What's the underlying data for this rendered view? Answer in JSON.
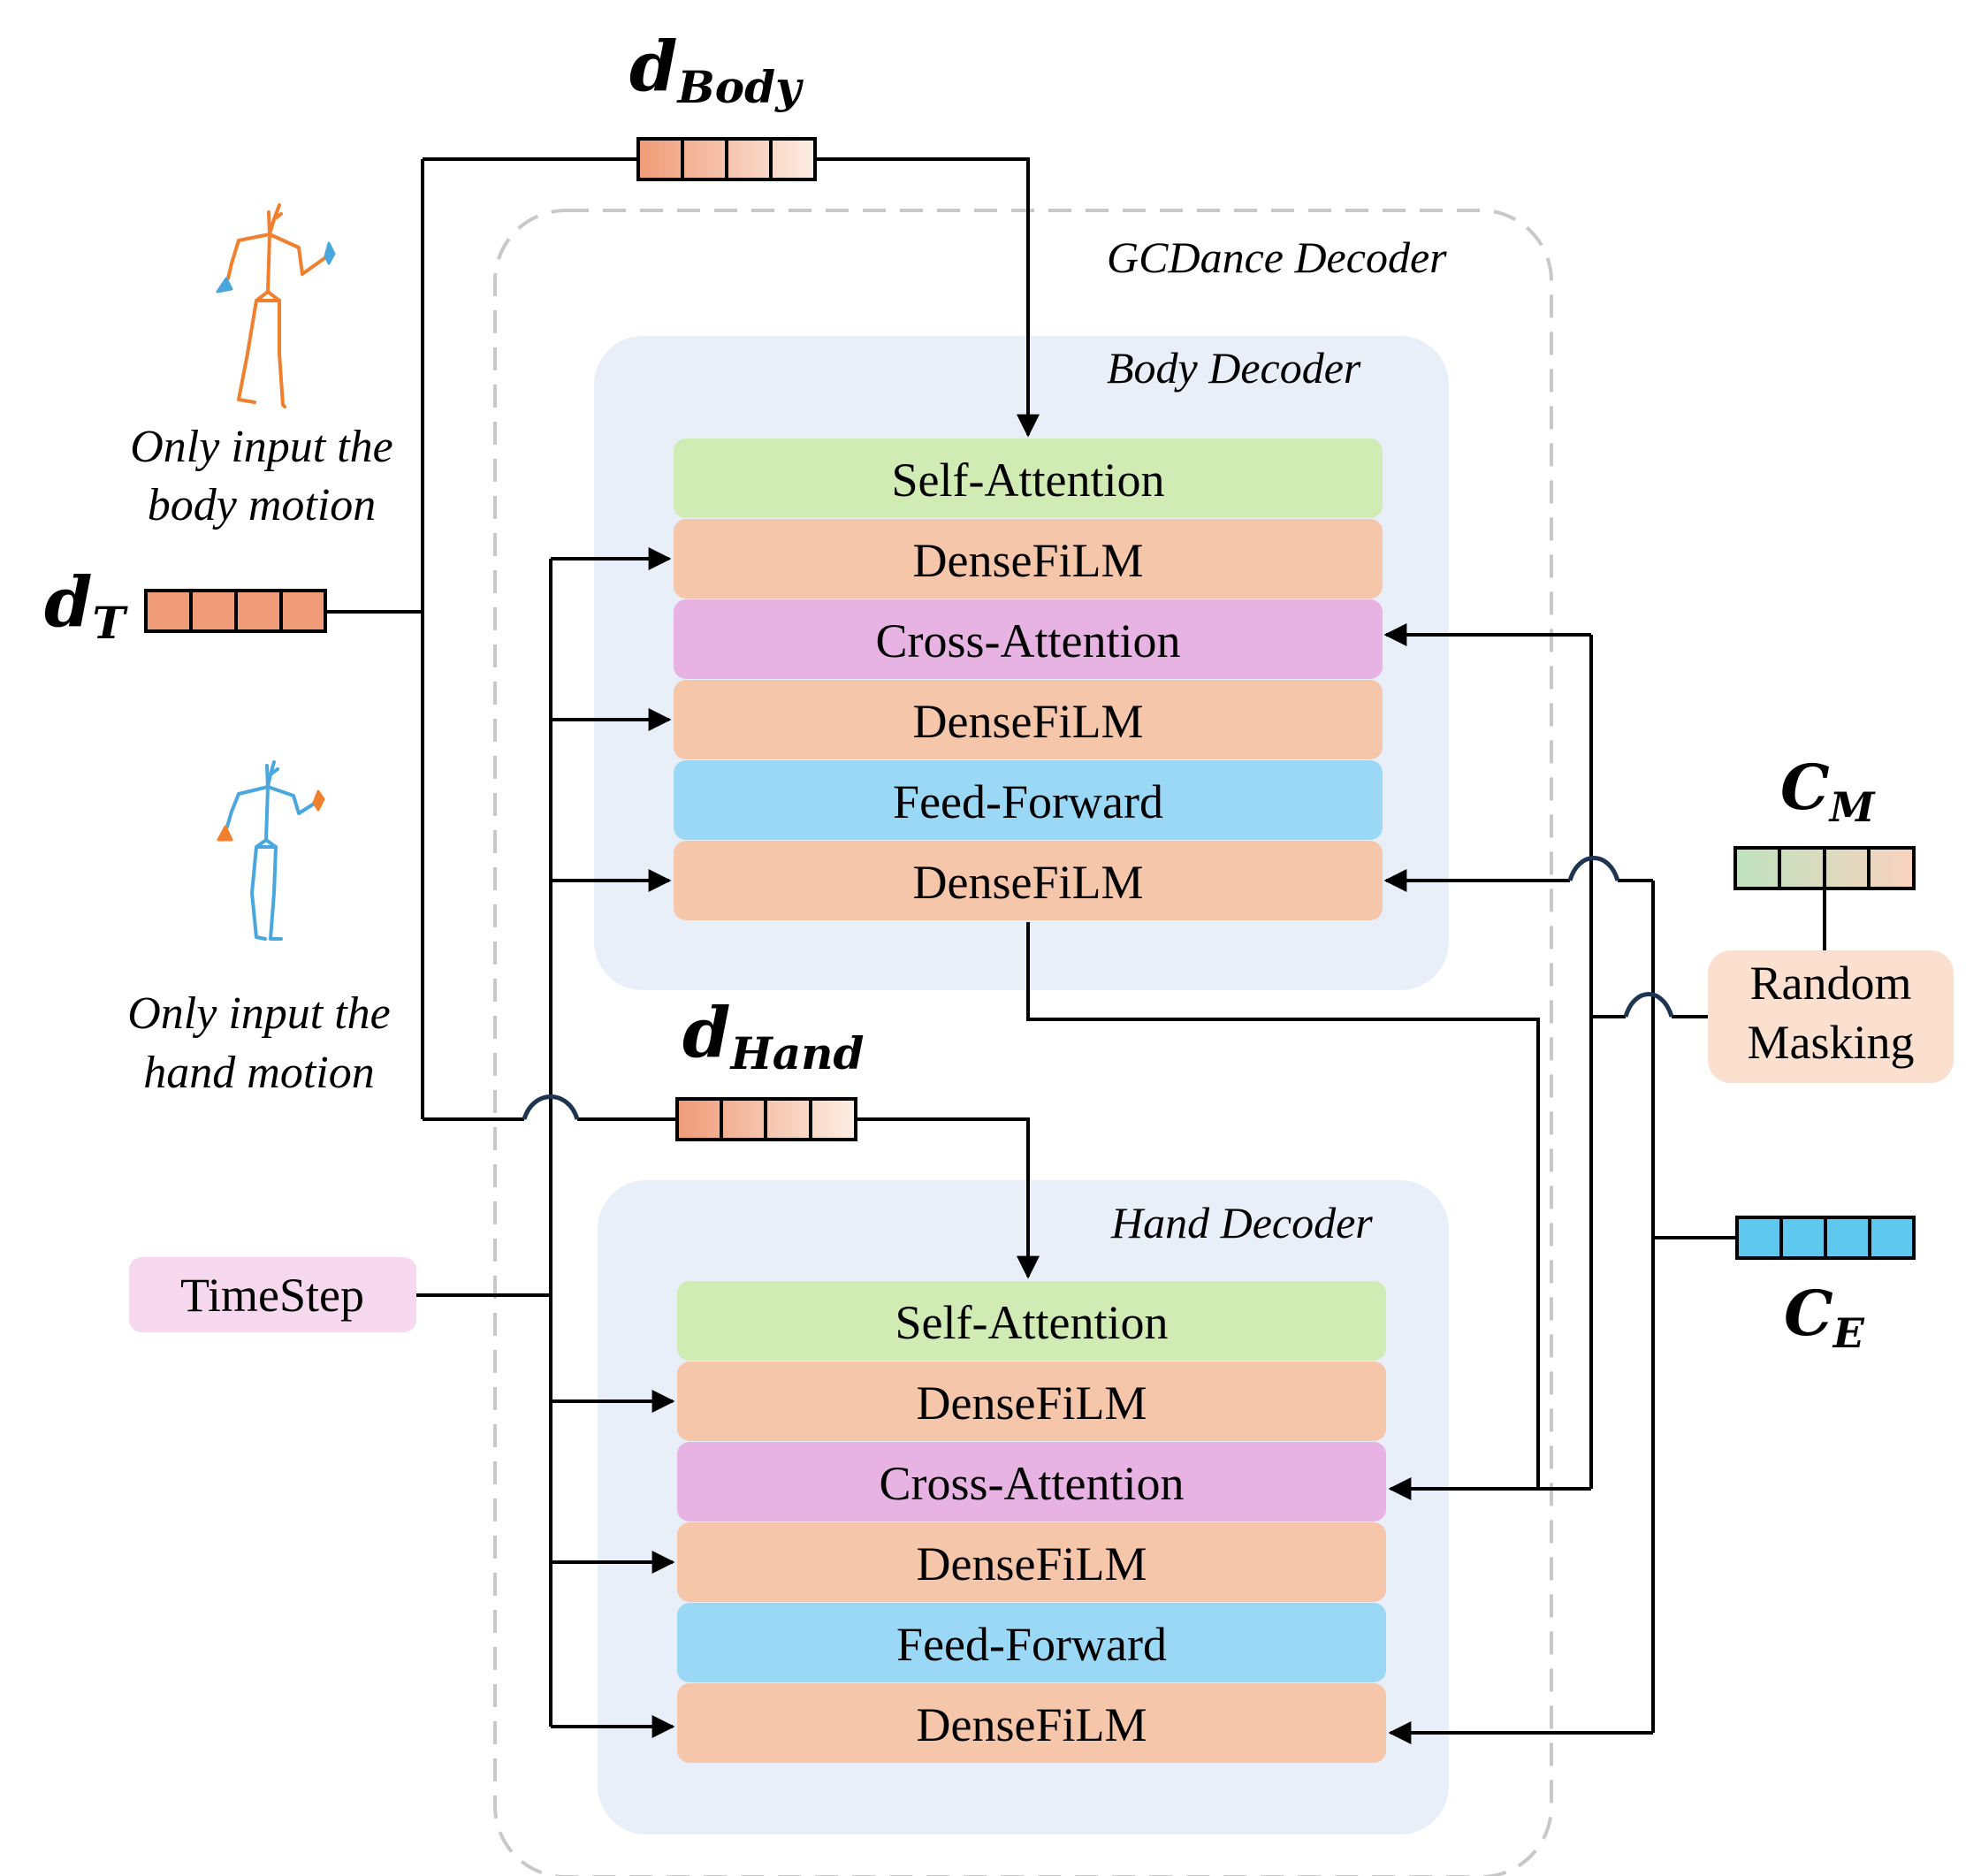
{
  "labels": {
    "gcdance_decoder": "GCDance Decoder",
    "body_decoder": "Body Decoder",
    "hand_decoder": "Hand Decoder",
    "body_caption_line1": "Only input the",
    "body_caption_line2": "body motion",
    "hand_caption_line1": "Only input the",
    "hand_caption_line2": "hand motion",
    "timestep": "TimeStep",
    "random_masking_line1": "Random",
    "random_masking_line2": "Masking"
  },
  "symbols": {
    "d_body_main": "d",
    "d_body_sub": "Body",
    "d_hand_main": "d",
    "d_hand_sub": "Hand",
    "d_t_main": "d",
    "d_t_sub": "T",
    "c_m_main": "C",
    "c_m_sub": "M",
    "c_e_main": "C",
    "c_e_sub": "E"
  },
  "body_layers": [
    "Self-Attention",
    "DenseFiLM",
    "Cross-Attention",
    "DenseFiLM",
    "Feed-Forward",
    "DenseFiLM"
  ],
  "hand_layers": [
    "Self-Attention",
    "DenseFiLM",
    "Cross-Attention",
    "DenseFiLM",
    "Feed-Forward",
    "DenseFiLM"
  ],
  "colors": {
    "self_attention": "#d1ebb5",
    "densefilm": "#f5c6a9",
    "cross_attention": "#e6b3e2",
    "feed_forward": "#9ad8f5",
    "decoder_panel": "#e9eff8",
    "timestep_box": "#f7d9ef",
    "random_masking_box": "#fbe0d0",
    "body_skeleton": "#f07f2e",
    "hand_skeleton": "#4aa7de",
    "jump_curve": "#1d3550"
  }
}
